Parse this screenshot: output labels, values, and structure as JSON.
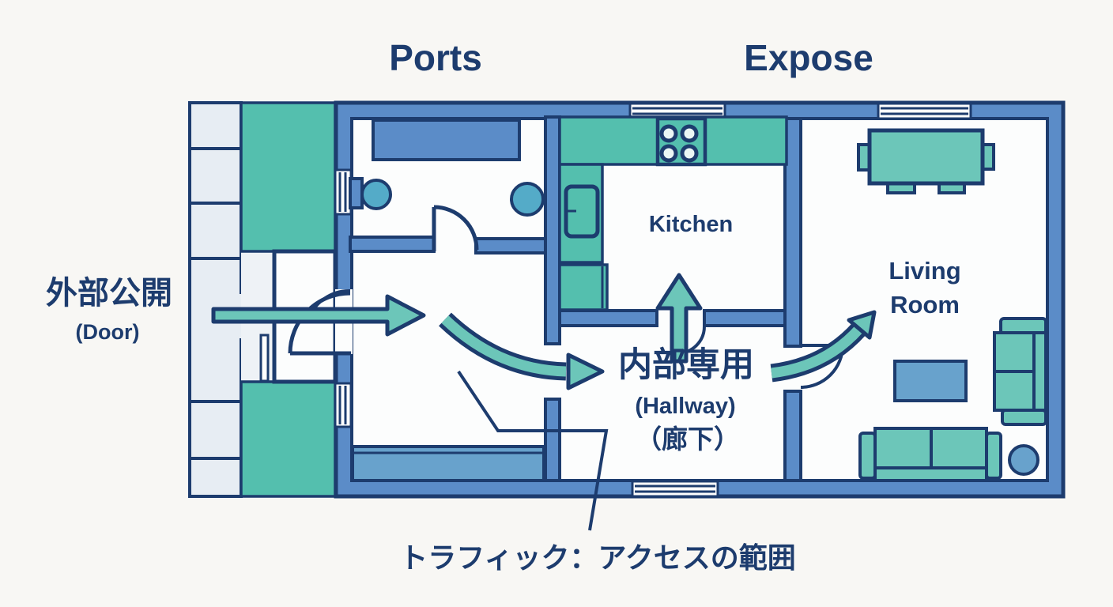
{
  "colors": {
    "background": "#f8f7f4",
    "navy": "#1d3c6e",
    "wall_blue": "#5b8cc8",
    "furniture_blue": "#68a2cc",
    "stool_blue": "#54abc8",
    "teal": "#54bfae",
    "arrow_teal": "#6cc6b9",
    "cell_light": "#e7edf3",
    "floor_white": "#fcfdfd"
  },
  "titles": {
    "left": "Ports",
    "right": "Expose"
  },
  "entrance_label": {
    "jp": "外部公開",
    "en": "(Door)"
  },
  "rooms": {
    "kitchen": "Kitchen",
    "living_line1": "Living",
    "living_line2": "Room"
  },
  "hallway_label": {
    "jp": "内部専用",
    "en": "(Hallway)",
    "jp_sub": "（廊下）"
  },
  "caption": "トラフィック：アクセスの範囲"
}
